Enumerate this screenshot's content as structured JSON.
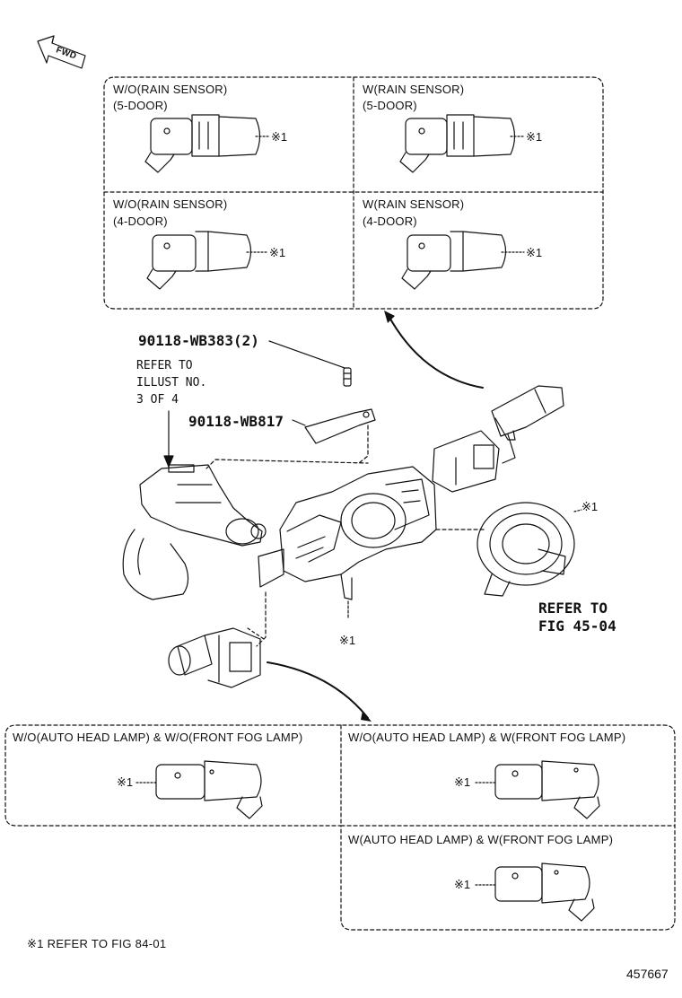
{
  "fwd_label": "FWD",
  "top_variants": [
    {
      "line1": "W/O(RAIN SENSOR)",
      "line2": "(5-DOOR)",
      "callout": "※1"
    },
    {
      "line1": "W(RAIN SENSOR)",
      "line2": "(5-DOOR)",
      "callout": "※1"
    },
    {
      "line1": "W/O(RAIN SENSOR)",
      "line2": "(4-DOOR)",
      "callout": "※1"
    },
    {
      "line1": "W(RAIN SENSOR)",
      "line2": "(4-DOOR)",
      "callout": "※1"
    }
  ],
  "parts": {
    "screw": "90118-WB383(2)",
    "bracket": "90118-WB817"
  },
  "refer_illust": {
    "line1": "REFER TO",
    "line2": "ILLUST NO.",
    "line3": "3 OF 4"
  },
  "refer_fig": {
    "line1": "REFER TO",
    "line2": "FIG 45-04"
  },
  "callouts": {
    "spiral": "※1",
    "bottom_assembly": "※1"
  },
  "bottom_variants": [
    {
      "label": "W/O(AUTO HEAD LAMP) & W/O(FRONT FOG LAMP)",
      "callout": "※1"
    },
    {
      "label": "W/O(AUTO HEAD LAMP) & W(FRONT FOG LAMP)",
      "callout": "※1"
    },
    {
      "label": "W(AUTO HEAD LAMP) & W(FRONT FOG LAMP)",
      "callout": "※1"
    }
  ],
  "footnote": "※1 REFER TO FIG 84-01",
  "image_number": "457667"
}
